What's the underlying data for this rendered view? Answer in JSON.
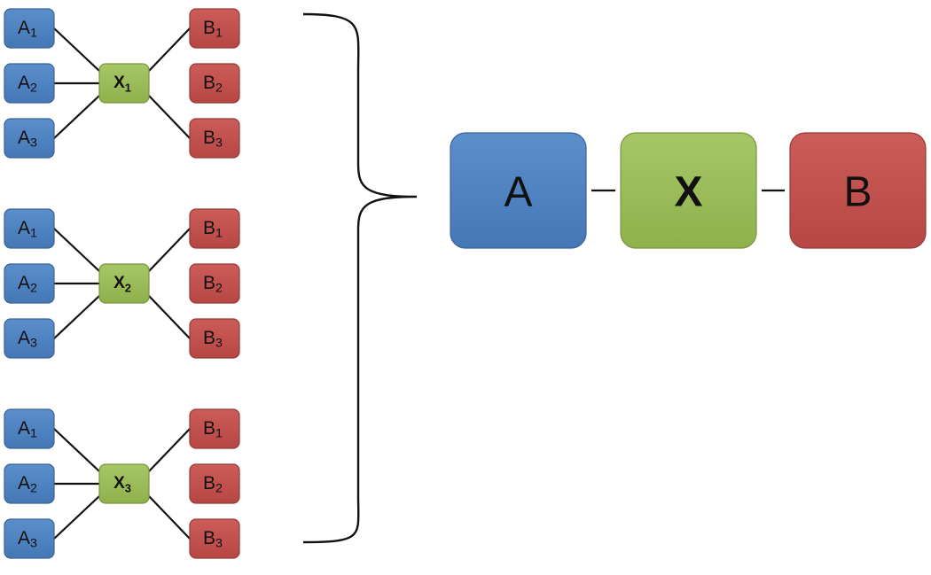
{
  "colors": {
    "a_fill": "#4f81bd",
    "a_stroke": "#3a6397",
    "x_fill": "#9bbb59",
    "x_stroke": "#7a963f",
    "b_fill": "#c0504d",
    "b_stroke": "#963a38",
    "line": "#111111"
  },
  "groups": [
    {
      "left": [
        {
          "base": "A",
          "sub": "1"
        },
        {
          "base": "A",
          "sub": "2"
        },
        {
          "base": "A",
          "sub": "3"
        }
      ],
      "center": {
        "base": "X",
        "sub": "1"
      },
      "right": [
        {
          "base": "B",
          "sub": "1"
        },
        {
          "base": "B",
          "sub": "2"
        },
        {
          "base": "B",
          "sub": "3"
        }
      ]
    },
    {
      "left": [
        {
          "base": "A",
          "sub": "1"
        },
        {
          "base": "A",
          "sub": "2"
        },
        {
          "base": "A",
          "sub": "3"
        }
      ],
      "center": {
        "base": "X",
        "sub": "2"
      },
      "right": [
        {
          "base": "B",
          "sub": "1"
        },
        {
          "base": "B",
          "sub": "2"
        },
        {
          "base": "B",
          "sub": "3"
        }
      ]
    },
    {
      "left": [
        {
          "base": "A",
          "sub": "1"
        },
        {
          "base": "A",
          "sub": "2"
        },
        {
          "base": "A",
          "sub": "3"
        }
      ],
      "center": {
        "base": "X",
        "sub": "3"
      },
      "right": [
        {
          "base": "B",
          "sub": "1"
        },
        {
          "base": "B",
          "sub": "2"
        },
        {
          "base": "B",
          "sub": "3"
        }
      ]
    }
  ],
  "summary": {
    "a_label": "A",
    "x_label": "X",
    "b_label": "B"
  }
}
